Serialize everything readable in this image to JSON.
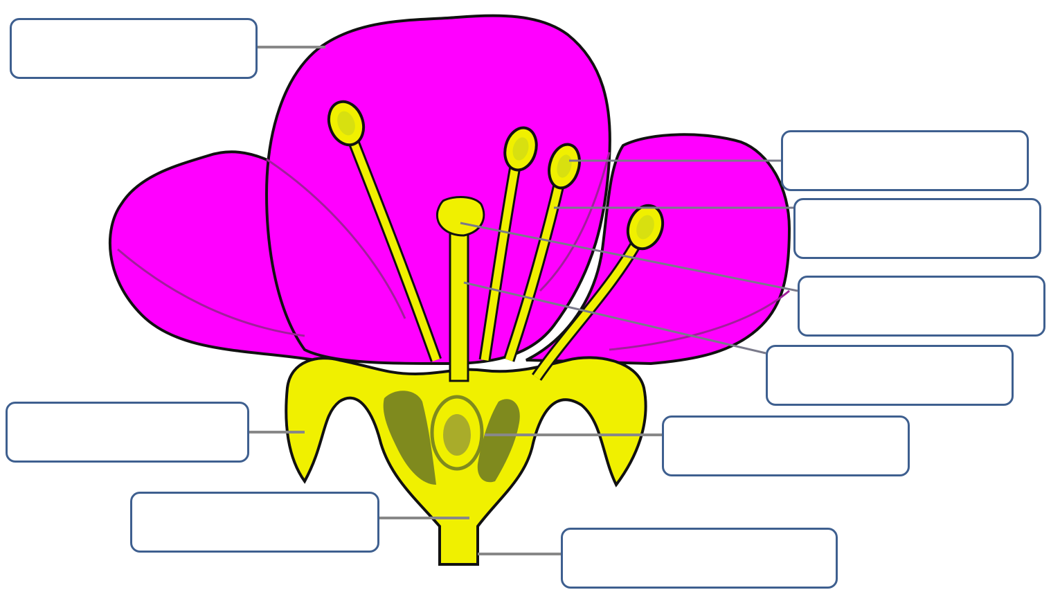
{
  "colors": {
    "petal": "#ff00ff",
    "petal_vein": "#a0209a",
    "yellow_parts": "#f0f000",
    "ovule_dark": "#7f8a1e",
    "ovule_mid": "#a9ac2a",
    "outline": "#111111",
    "leader_line": "#888888",
    "box_border": "#3e5f8f",
    "box_fill": "#ffffff"
  },
  "label_boxes": [
    {
      "id": "top-left",
      "text": ""
    },
    {
      "id": "right-1",
      "text": ""
    },
    {
      "id": "right-2",
      "text": ""
    },
    {
      "id": "right-3",
      "text": ""
    },
    {
      "id": "right-4",
      "text": ""
    },
    {
      "id": "right-5",
      "text": ""
    },
    {
      "id": "bottom-right",
      "text": ""
    },
    {
      "id": "left-middle",
      "text": ""
    },
    {
      "id": "bottom-left",
      "text": ""
    }
  ]
}
